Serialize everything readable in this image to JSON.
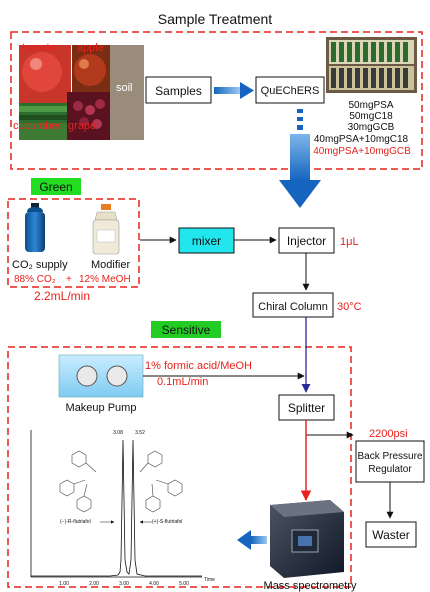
{
  "title": "Sample Treatment",
  "samples": {
    "photo_labels": {
      "tomato": "tomato",
      "apple": "apple",
      "soil": "soil",
      "cucumber": "cucumber",
      "grape": "grape"
    },
    "box_label": "Samples"
  },
  "quechers": {
    "box_label": "QuEChERS",
    "options": [
      "50mgPSA",
      "50mgC18",
      "30mgGCB",
      "40mgPSA+10mgC18"
    ],
    "selected_option": "40mgPSA+10mgGCB"
  },
  "green": {
    "badge": "Green",
    "co2_label": "CO₂ supply",
    "modifier_label": "Modifier",
    "ratio_co2": "88% CO₂",
    "ratio_plus": "+",
    "ratio_meoh": "12% MeOH",
    "flow": "2.2mL/min"
  },
  "mixer": "mixer",
  "injector": {
    "label": "Injector",
    "volume": "1μL"
  },
  "column": {
    "label": "Chiral Column",
    "temperature": "30°C"
  },
  "sensitive": {
    "badge": "Sensitive",
    "makeup_pump": "Makeup Pump",
    "makeup_solvent": "1% formic acid/MeOH",
    "makeup_flow": "0.1mL/min",
    "splitter": "Splitter",
    "pressure": "2200psi",
    "bpr_line1": "Back Pressure",
    "bpr_line2": "Regulator",
    "waster": "Waster",
    "mass_spec": "Mass spectrometry"
  },
  "chromatogram": {
    "peak1": "3.08",
    "peak2": "3.52",
    "enantiomer_left": "(−)-R-flutriafol",
    "enantiomer_right": "(+)-S-flutriafol",
    "axis_x": "Time",
    "ticks": [
      "1.00",
      "2.00",
      "3.00",
      "4.00",
      "5.00"
    ]
  },
  "colors": {
    "red_text": "#e8221b",
    "dash_border": "#e8221b",
    "green_badge": "#22dd22",
    "sensitive_badge": "#22cc22",
    "mixer_fill": "#22e6ee",
    "arrow_blue": "#1f73c8",
    "arrow_red": "#e8221b",
    "arrow_navy": "#2a2a9a"
  }
}
